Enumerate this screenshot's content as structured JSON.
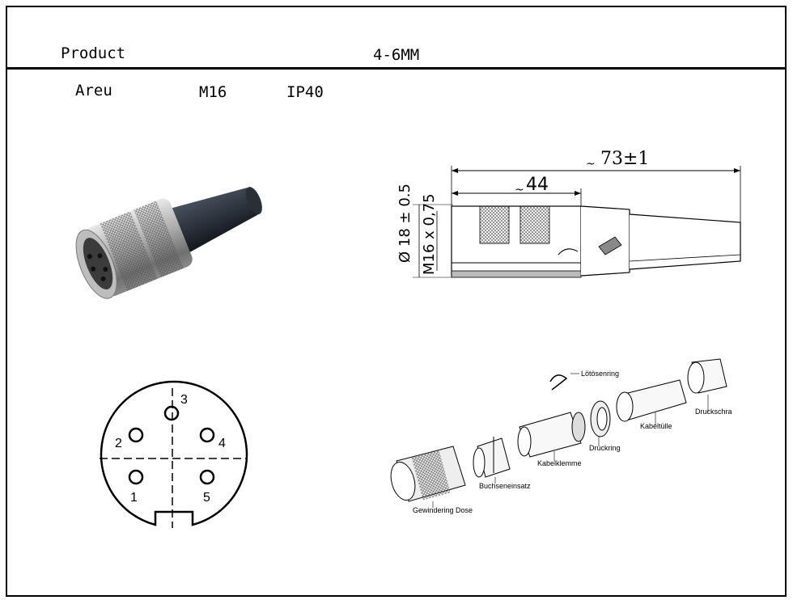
{
  "header": {
    "product_label": "Product",
    "range": "4-6MM"
  },
  "specs": {
    "brand": "Areu",
    "thread": "M16",
    "rating": "IP40"
  },
  "drawing": {
    "overall_length": "73±1",
    "body_length": "44",
    "diameter": "Ø 18 ± 0.5",
    "thread_spec": "M16 x 0,75"
  },
  "pinout": {
    "pins": [
      "1",
      "2",
      "3",
      "4",
      "5"
    ]
  },
  "exploded": {
    "parts": [
      "Lötösenring",
      "Druckschra",
      "Kabeltülle",
      "Druckring",
      "Kabelklemme",
      "Buchseneinsatz",
      "Gewindering Dose"
    ]
  }
}
